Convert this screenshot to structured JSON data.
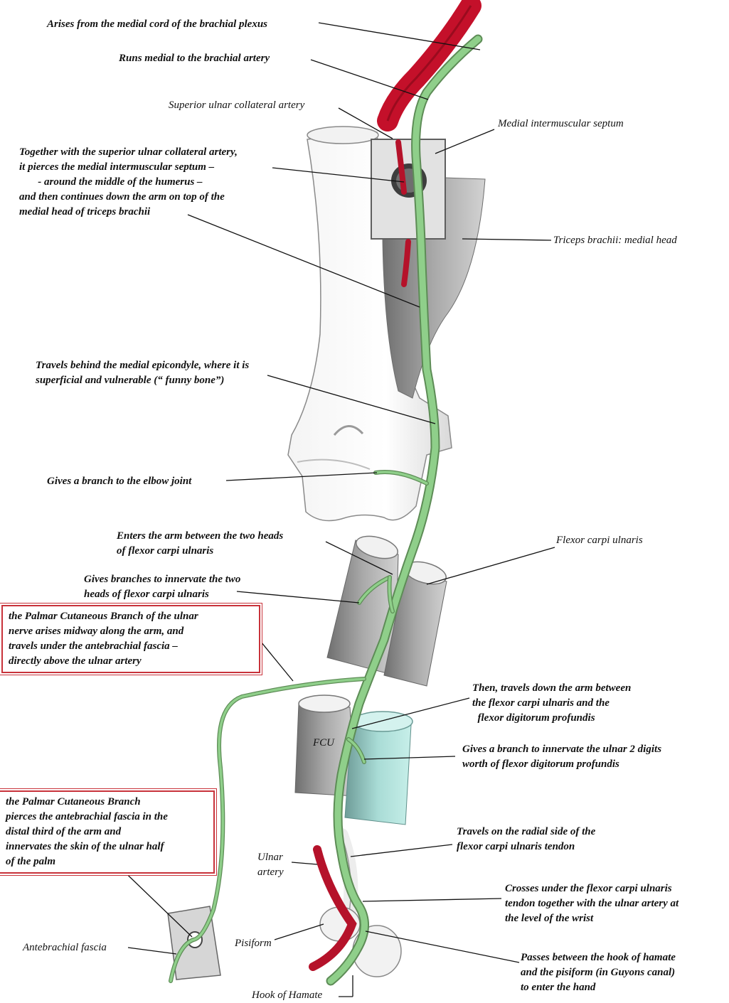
{
  "labels": {
    "l1": "Arises from the medial cord of the brachial plexus",
    "l2": "Runs medial to the brachial artery",
    "l3": "Superior ulnar collateral artery",
    "l4": "Medial intermuscular septum",
    "l5": "Together with the superior ulnar collateral artery,\nit pierces the medial intermuscular septum –\n       - around the middle of the humerus –\nand then continues down the arm on top of the\nmedial head of triceps brachii",
    "l6": "Triceps brachii: medial head",
    "l7": "Travels behind the medial epicondyle, where it is\nsuperficial and vulnerable (“ funny bone”)",
    "l8": "Gives a branch to the elbow joint",
    "l9": "Enters the arm between the two heads\nof flexor carpi ulnaris",
    "l10": "Flexor carpi ulnaris",
    "l11": "Gives branches to innervate the two\nheads of flexor carpi ulnaris",
    "l12": "the Palmar Cutaneous Branch of the ulnar\nnerve arises midway along the arm, and\ntravels under the antebrachial fascia –\ndirectly above the ulnar artery",
    "l13": "Then, travels down the arm between\nthe flexor carpi ulnaris and the\n  flexor digitorum profundis",
    "l14": "FCU",
    "l15": "Gives a branch to innervate the ulnar 2 digits\nworth of flexor digitorum profundis",
    "l16": "the Palmar Cutaneous Branch\npierces the antebrachial fascia in the\ndistal third of the arm and\ninnervates the skin of the ulnar half\nof the palm",
    "l17": "Travels on the radial side of the\nflexor carpi ulnaris tendon",
    "l18": "Ulnar\nartery",
    "l19": "Crosses under the flexor carpi ulnaris\ntendon together with the ulnar artery at\nthe level of the wrist",
    "l20": "Antebrachial fascia",
    "l21": "Pisiform",
    "l22": "Passes between the hook of hamate\nand the pisiform (in Guyons canal)\nto enter the hand",
    "l23": "Hook of Hamate"
  },
  "colors": {
    "nerve": "#8fcf8a",
    "artery": "#c4102a",
    "box_border": "#c8323a"
  }
}
